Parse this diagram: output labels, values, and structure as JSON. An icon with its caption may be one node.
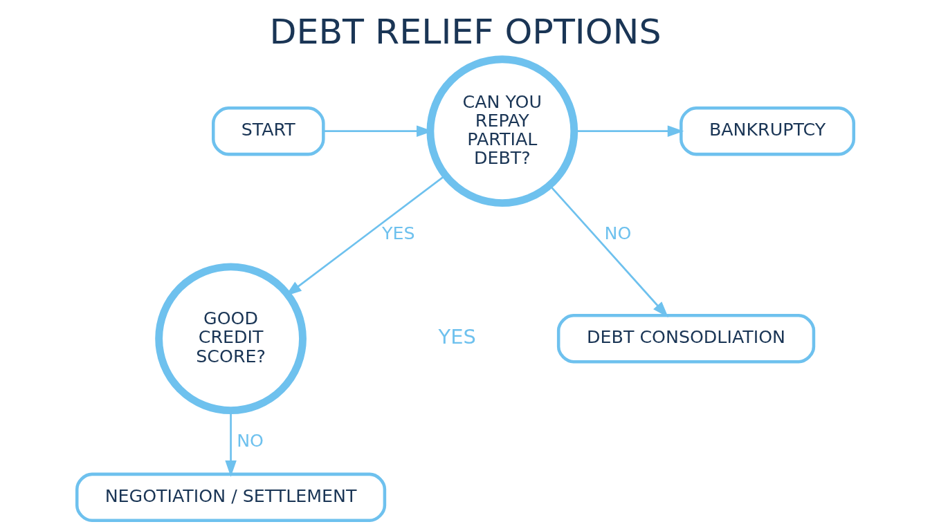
{
  "diagram": {
    "title": "DEBT RELIEF OPTIONS",
    "nodes": [
      {
        "text": [
          "START"
        ]
      },
      {
        "text": [
          "CAN YOU REPAY PARTIAL DEBT?"
        ]
      },
      {
        "text": [
          "BANKRUPTCY"
        ]
      },
      {
        "text": [
          "GOOD CREDIT SCORE?"
        ]
      },
      {
        "text": [
          "DEBT CONSODLIATION"
        ]
      },
      {
        "text": [
          "NEGOTIATION / SETTLEMENT"
        ]
      }
    ],
    "edges": [
      {
        "from": 0,
        "to": 1,
        "arrow": "to"
      },
      {
        "from": 1,
        "to": 2,
        "arrow": "to"
      },
      {
        "from": 1,
        "to": 3,
        "label": "YES",
        "arrow": "to"
      },
      {
        "from": 1,
        "to": 4,
        "label": "NO",
        "arrow": "to"
      },
      {
        "from": 3,
        "to": 5,
        "label": "NO",
        "arrow": "to"
      }
    ],
    "labels": [
      "YES"
    ]
  }
}
